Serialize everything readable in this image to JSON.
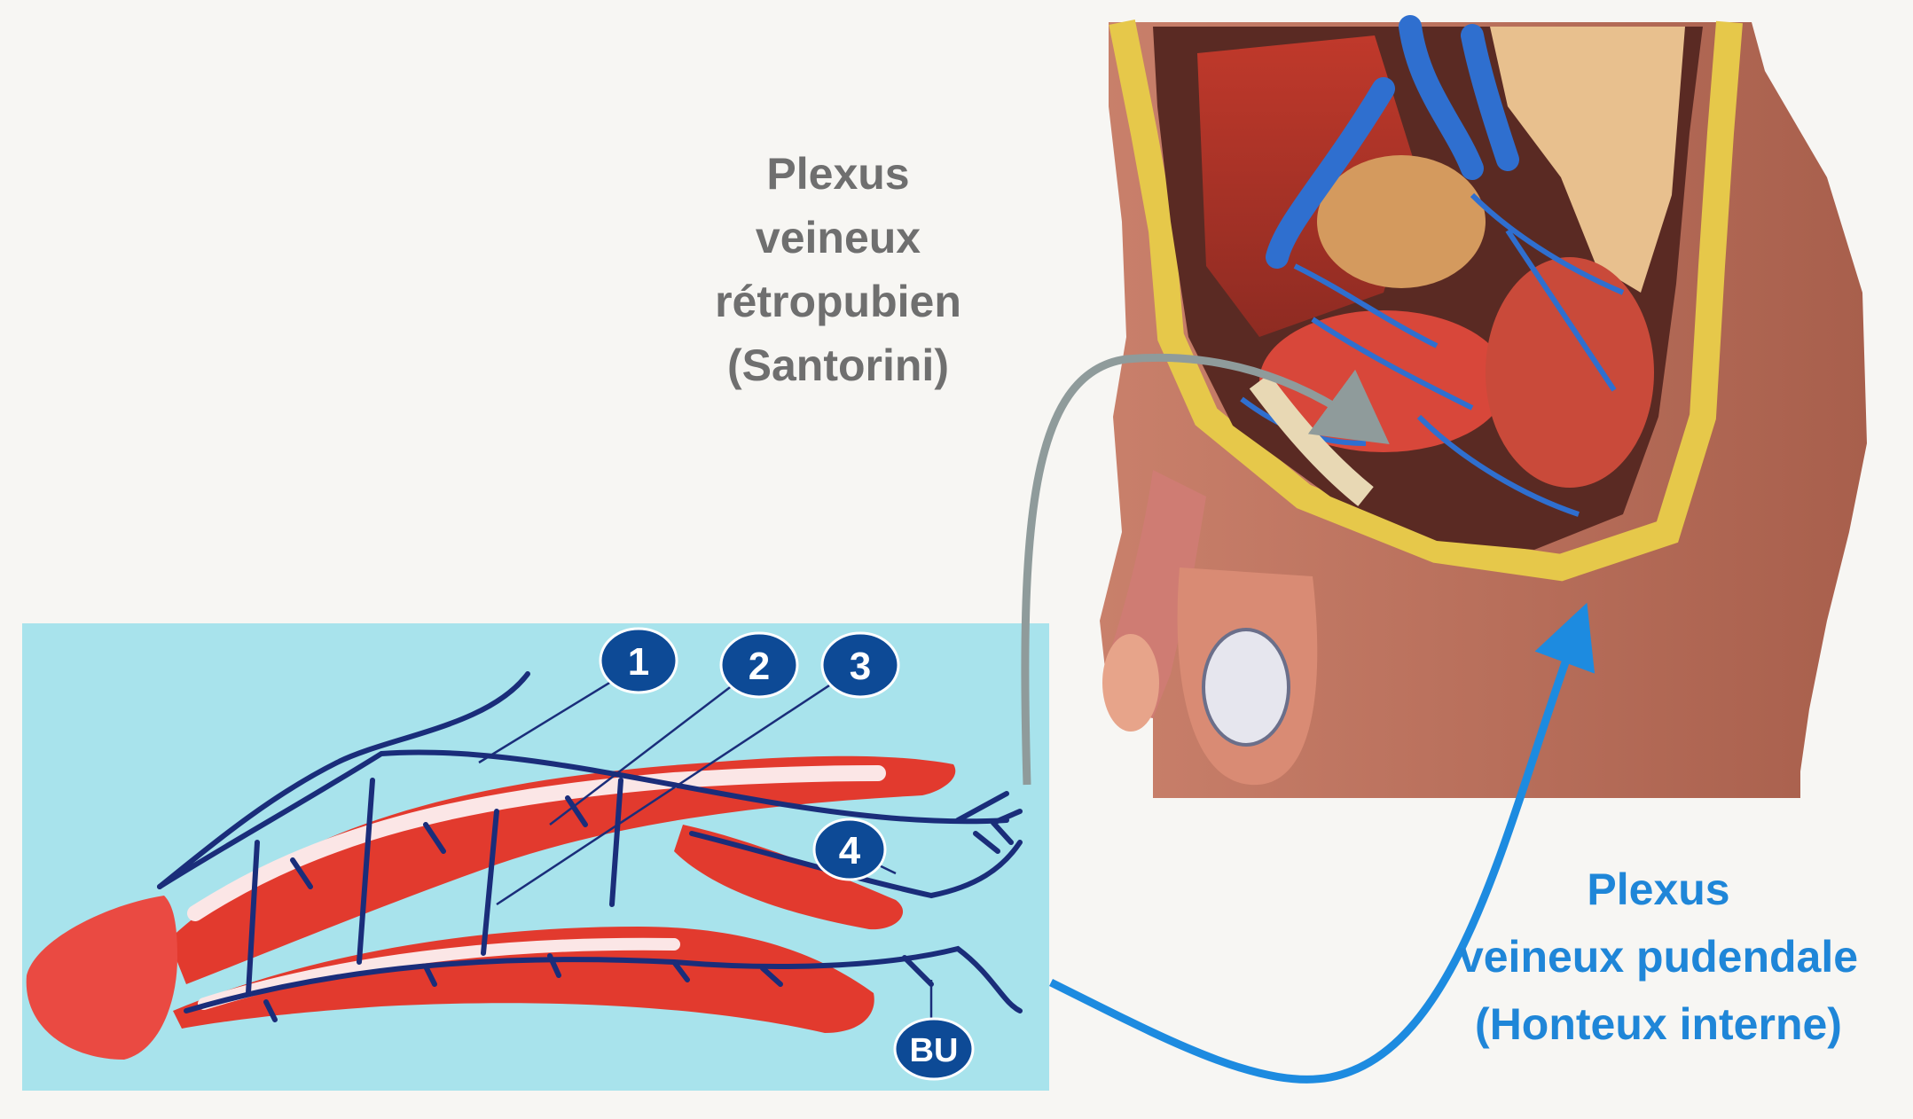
{
  "labels": {
    "retropubic": {
      "line1": "Plexus",
      "line2": "veineux",
      "line3": "rétropubien",
      "line4": "(Santorini)"
    },
    "pudendal": {
      "line1": "Plexus",
      "line2": "veineux pudendale",
      "line3": "(Honteux interne)"
    }
  },
  "markers": {
    "m1": "1",
    "m2": "2",
    "m3": "3",
    "m4": "4",
    "bu": "BU"
  },
  "colors": {
    "background": "#f7f6f3",
    "inset_panel": "#a8e3ec",
    "vein": "#1a2d7a",
    "tissue_red": "#e23a2e",
    "retropubic_arrow": "#8f9b9b",
    "pudendal_arrow": "#1d8be0",
    "marker_fill": "#0d4a96"
  }
}
